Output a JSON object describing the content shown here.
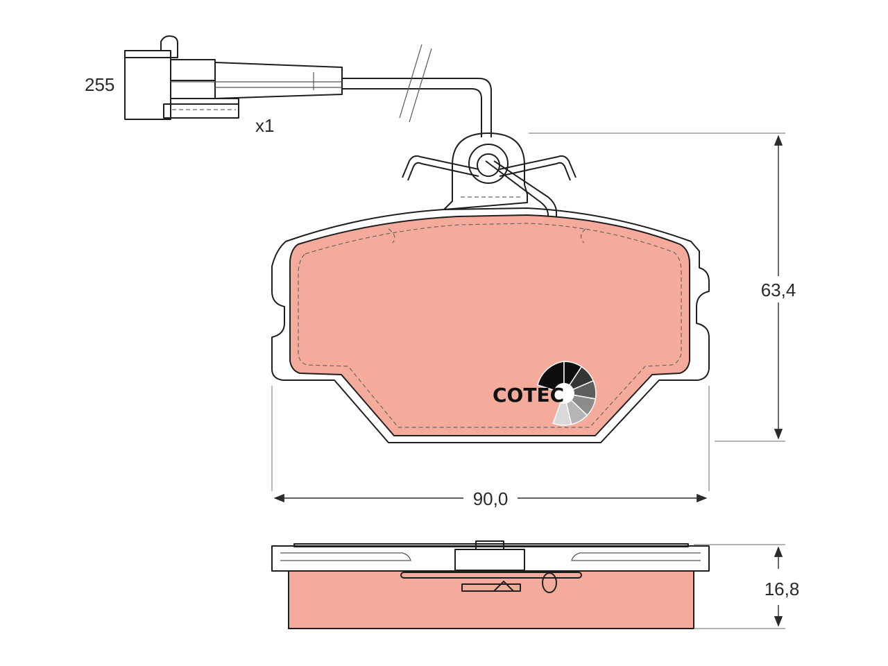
{
  "colors": {
    "friction": "#f4ab9b",
    "outline": "#1e1e1e",
    "background": "#ffffff",
    "dimension": "#2a2a2a"
  },
  "labels": {
    "sensor_length": "255",
    "sensor_quantity": "x1",
    "height": "63,4",
    "width": "90,0",
    "thickness": "16,8"
  },
  "logo": {
    "text": "COTEC",
    "wedge_shades": [
      "#0e0e0e",
      "#353535",
      "#5e5e5e",
      "#8c8c8c",
      "#b5b5b5",
      "#d9d9d9"
    ]
  }
}
